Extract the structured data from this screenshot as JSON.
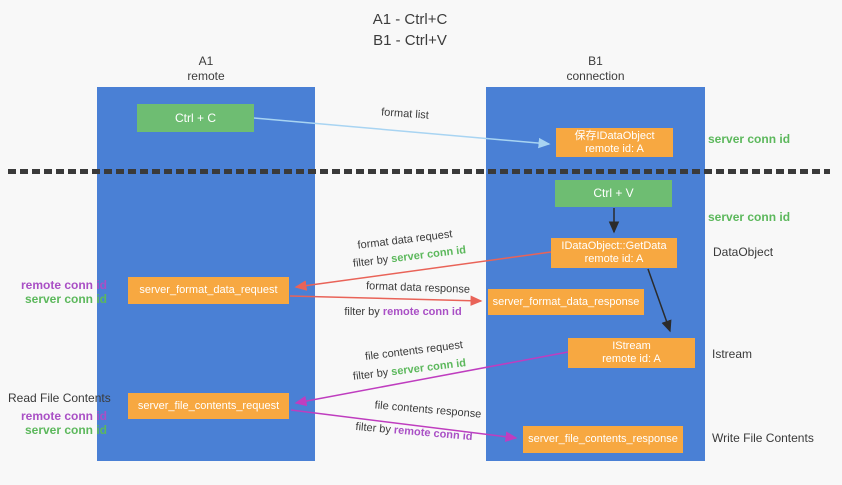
{
  "title": {
    "line1": "A1 - Ctrl+C",
    "line2": "B1 - Ctrl+V"
  },
  "columns": {
    "left": {
      "title": "A1",
      "subtitle": "remote"
    },
    "right": {
      "title": "B1",
      "subtitle": "connection"
    }
  },
  "nodes": {
    "ctrl_c": {
      "label": "Ctrl + C"
    },
    "save_dataobject": {
      "line1": "保存IDataObject",
      "line2": "remote id: A"
    },
    "ctrl_v": {
      "label": "Ctrl + V"
    },
    "getdata": {
      "line1": "IDataObject::GetData",
      "line2": "remote id: A"
    },
    "format_request": {
      "label": "server_format_data_request"
    },
    "format_response": {
      "label": "server_format_data_response"
    },
    "istream": {
      "line1": "IStream",
      "line2": "remote id: A"
    },
    "file_request": {
      "label": "server_file_contents_request"
    },
    "file_response": {
      "label": "server_file_contents_response"
    }
  },
  "arrows": {
    "format_list": {
      "label": "format list"
    },
    "format_data_request": {
      "label": "format data request",
      "filter_prefix": "filter by ",
      "filter_key": "server conn id"
    },
    "format_data_response": {
      "label": "format data response",
      "filter_prefix": "filter by ",
      "filter_key": "remote conn id"
    },
    "file_contents_request": {
      "label": "file contents request",
      "filter_prefix": "filter by ",
      "filter_key": "server conn id"
    },
    "file_contents_response": {
      "label": "file contents response",
      "filter_prefix": "filter by ",
      "filter_key": "remote conn id"
    }
  },
  "annotations": {
    "server_conn_id_top": "server conn id",
    "server_conn_id_mid": "server conn id",
    "dataobject": "DataObject",
    "istream": "Istream",
    "read_file_contents": "Read File Contents",
    "write_file_contents": "Write File Contents",
    "mid_left": {
      "remote_conn_id": "remote conn id",
      "server_conn_id": "server conn id"
    },
    "bottom_left": {
      "remote_conn_id": "remote conn id",
      "server_conn_id": "server conn id"
    }
  },
  "colors": {
    "background": "#F8F8F8",
    "column_blue": "#4A80D5",
    "box_orange": "#F7A841",
    "box_green": "#6EBD72",
    "text_green": "#5CB85C",
    "text_purple": "#A94FC5",
    "arrow_red": "#E96358",
    "arrow_magenta": "#BF3DBF",
    "arrow_light_blue": "#A8D4F2",
    "arrow_black": "#2B2B2B"
  }
}
